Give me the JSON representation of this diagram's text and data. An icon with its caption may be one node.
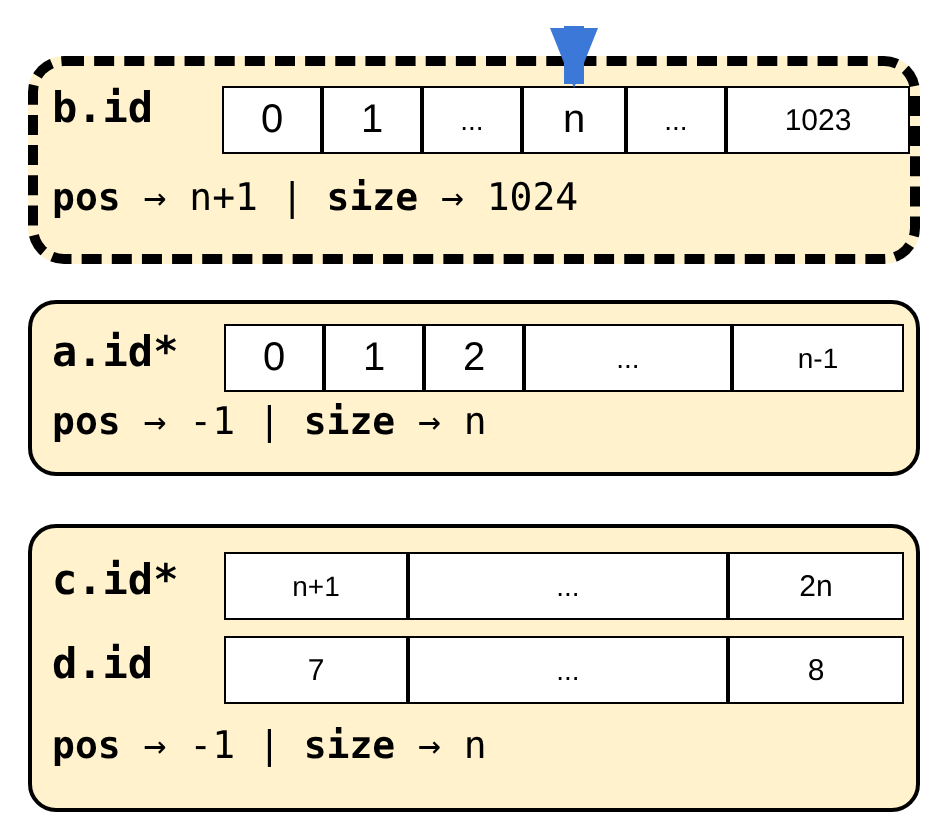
{
  "diagram": {
    "nodes": [
      {
        "text": [
          "b.id",
          "**pos** → n+1 | **size** → 1024"
        ]
      },
      {
        "text": [
          "0"
        ],
        "in": 0
      },
      {
        "text": [
          "1"
        ],
        "in": 0
      },
      {
        "text": [
          "..."
        ],
        "in": 0
      },
      {
        "text": [
          "n"
        ],
        "in": 0
      },
      {
        "text": [
          "..."
        ],
        "in": 0
      },
      {
        "text": [
          "1023"
        ],
        "in": 0
      },
      {
        "text": [
          "a.id*",
          "**pos** → -1 | **size** → n"
        ]
      },
      {
        "text": [
          "0"
        ],
        "in": 7
      },
      {
        "text": [
          "1"
        ],
        "in": 7
      },
      {
        "text": [
          "2"
        ],
        "in": 7
      },
      {
        "text": [
          "..."
        ],
        "in": 7
      },
      {
        "text": [
          "n-1"
        ],
        "in": 7
      },
      {
        "text": [
          "c.id*",
          "d.id",
          "**pos** → -1 | **size** → n"
        ]
      },
      {
        "text": [
          "n+1"
        ],
        "in": 13
      },
      {
        "text": [
          "..."
        ],
        "in": 13
      },
      {
        "text": [
          "2n"
        ],
        "in": 13
      },
      {
        "text": [
          "7"
        ],
        "in": 13
      },
      {
        "text": [
          "..."
        ],
        "in": 13
      },
      {
        "text": [
          "8"
        ],
        "in": 13
      }
    ],
    "edges": [
      {
        "from": null,
        "to": 4,
        "arrow": "to"
      }
    ]
  }
}
